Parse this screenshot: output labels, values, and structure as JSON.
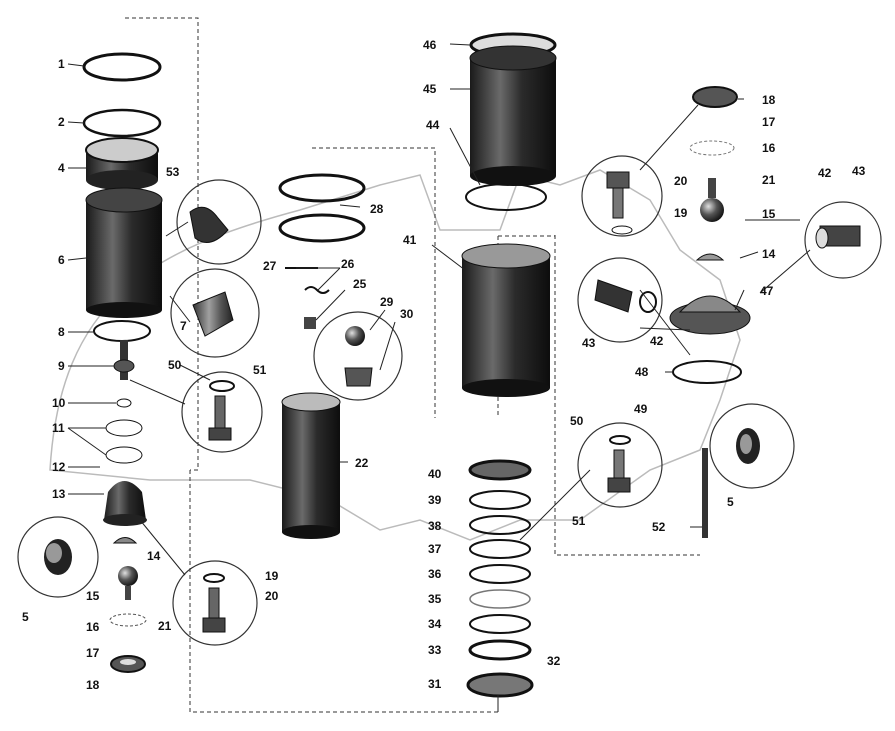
{
  "diagram": {
    "part_labels": [
      "1",
      "2",
      "4",
      "6",
      "8",
      "9",
      "10",
      "11",
      "12",
      "13",
      "5",
      "53",
      "7",
      "50",
      "51",
      "14",
      "15",
      "16",
      "17",
      "18",
      "19",
      "20",
      "21",
      "27",
      "26",
      "25",
      "28",
      "29",
      "30",
      "22",
      "46",
      "45",
      "44",
      "41",
      "40",
      "39",
      "38",
      "37",
      "36",
      "35",
      "34",
      "33",
      "32",
      "31",
      "43",
      "42",
      "47",
      "48",
      "49",
      "52"
    ],
    "colors": {
      "ink": "#111111",
      "metal_dark": "#2b2b2b",
      "metal_mid": "#6a6a6a",
      "metal_light": "#d8d8d8",
      "watermark": "#bbbbbb"
    }
  }
}
